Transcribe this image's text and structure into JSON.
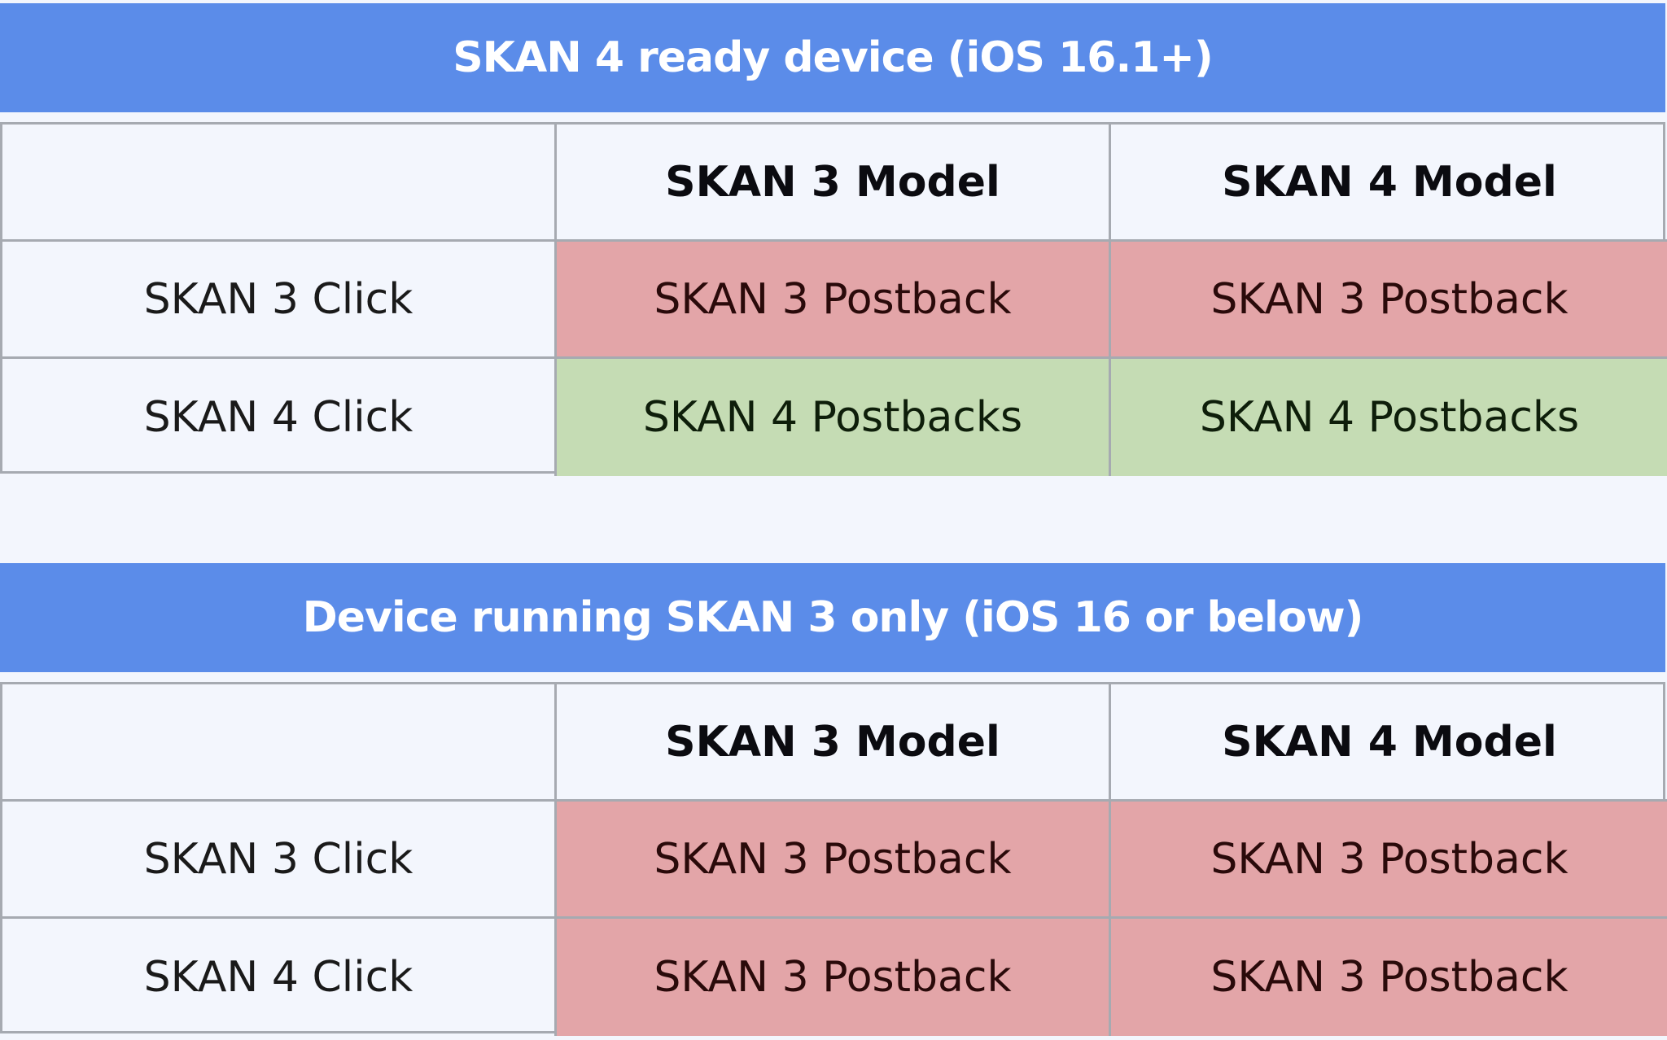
{
  "colors": {
    "banner": "#5b8ce9",
    "background": "#f3f6fd",
    "skan3_postback": "#e3a5a8",
    "skan4_postback": "#c5dcb4",
    "border": "#a6aab1"
  },
  "sections": [
    {
      "title": "SKAN 4 ready device (iOS 16.1+)",
      "columns": [
        "",
        "SKAN 3 Model",
        "SKAN 4 Model"
      ],
      "rows": [
        {
          "label": "SKAN 3 Click",
          "cells": [
            "SKAN 3 Postback",
            "SKAN 3 Postback"
          ]
        },
        {
          "label": "SKAN 4 Click",
          "cells": [
            "SKAN 4 Postbacks",
            "SKAN 4 Postbacks"
          ]
        }
      ]
    },
    {
      "title": "Device running SKAN 3 only (iOS 16 or below)",
      "columns": [
        "",
        "SKAN 3 Model",
        "SKAN 4 Model"
      ],
      "rows": [
        {
          "label": "SKAN 3 Click",
          "cells": [
            "SKAN 3 Postback",
            "SKAN 3 Postback"
          ]
        },
        {
          "label": "SKAN 4 Click",
          "cells": [
            "SKAN 3 Postback",
            "SKAN 3 Postback"
          ]
        }
      ]
    }
  ]
}
